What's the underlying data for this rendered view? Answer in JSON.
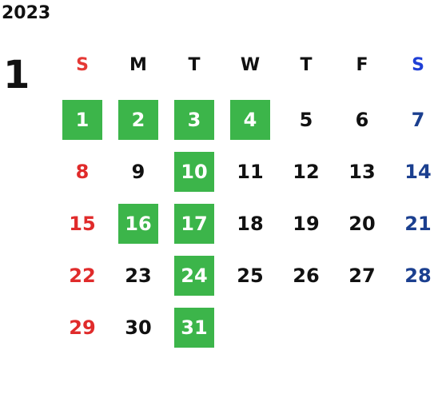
{
  "calendar": {
    "year": "2023",
    "month": "1",
    "weekdays": [
      "S",
      "M",
      "T",
      "W",
      "T",
      "F",
      "S"
    ],
    "first_weekday_index": 0,
    "days": [
      {
        "label": "1",
        "highlight": true
      },
      {
        "label": "2",
        "highlight": true
      },
      {
        "label": "3",
        "highlight": true
      },
      {
        "label": "4",
        "highlight": true
      },
      {
        "label": "5",
        "highlight": false
      },
      {
        "label": "6",
        "highlight": false
      },
      {
        "label": "7",
        "highlight": false
      },
      {
        "label": "8",
        "highlight": false
      },
      {
        "label": "9",
        "highlight": false
      },
      {
        "label": "10",
        "highlight": true
      },
      {
        "label": "11",
        "highlight": false
      },
      {
        "label": "12",
        "highlight": false
      },
      {
        "label": "13",
        "highlight": false
      },
      {
        "label": "14",
        "highlight": false
      },
      {
        "label": "15",
        "highlight": false
      },
      {
        "label": "16",
        "highlight": true
      },
      {
        "label": "17",
        "highlight": true
      },
      {
        "label": "18",
        "highlight": false
      },
      {
        "label": "19",
        "highlight": false
      },
      {
        "label": "20",
        "highlight": false
      },
      {
        "label": "21",
        "highlight": false
      },
      {
        "label": "22",
        "highlight": false
      },
      {
        "label": "23",
        "highlight": false
      },
      {
        "label": "24",
        "highlight": true
      },
      {
        "label": "25",
        "highlight": false
      },
      {
        "label": "26",
        "highlight": false
      },
      {
        "label": "27",
        "highlight": false
      },
      {
        "label": "28",
        "highlight": false
      },
      {
        "label": "29",
        "highlight": false
      },
      {
        "label": "30",
        "highlight": false
      },
      {
        "label": "31",
        "highlight": true
      }
    ]
  },
  "colors": {
    "sunday_header": "#e53935",
    "saturday_header": "#1f3fd6",
    "sunday_day": "#e02b2b",
    "saturday_day": "#1b3f8f",
    "weekday": "#111111",
    "highlight_bg": "#3cb54a",
    "highlight_text": "#ffffff"
  }
}
